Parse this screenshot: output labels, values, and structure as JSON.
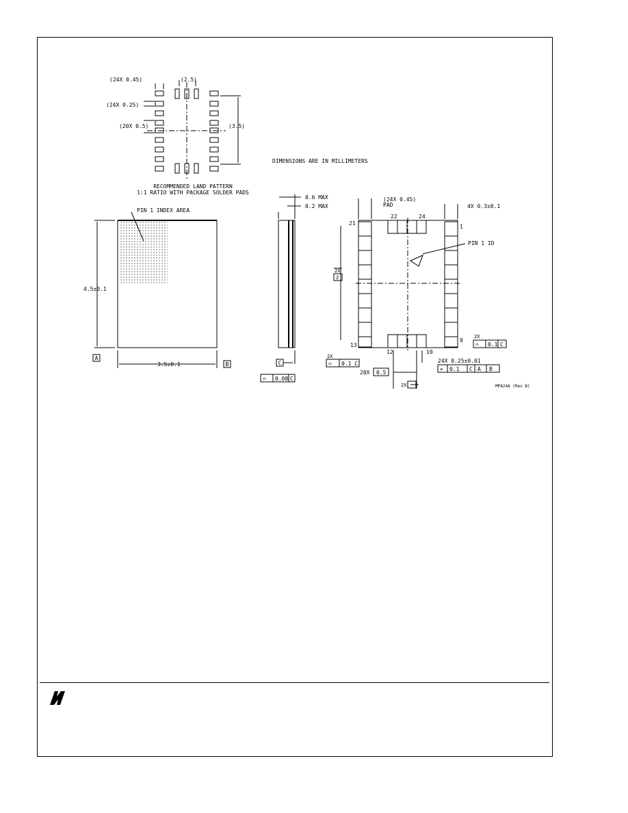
{
  "land_pattern": {
    "dim_pad_width": "(24X 0.45)",
    "dim_pad_length": "(24X 0.25)",
    "dim_pitch": "(20X 0.5)",
    "dim_width": "(2.5)",
    "dim_height": "(3.5)",
    "caption_line1": "RECOMMENDED LAND PATTERN",
    "caption_line2": "1:1 RATIO WITH PACKAGE SOLDER PADS"
  },
  "units_note": "DIMENSIONS ARE IN MILLIMETERS",
  "top_view": {
    "pin1_index_label": "PIN 1 INDEX AREA",
    "dim_height": "4.5±0.1",
    "dim_width": "3.5±0.1",
    "datum_a": "A",
    "datum_b": "B"
  },
  "side_view": {
    "dim_max_height": "0.6 MAX",
    "dim_standoff": "0.2 MAX",
    "datum_c": "C",
    "flatness_tolerance": "0.08",
    "flatness_datum": "C"
  },
  "bottom_view": {
    "dim_pad_length": "(24X 0.45)",
    "dim_pad_word": "PAD",
    "dim_corner": "4X 0.3±0.1",
    "pin_labels": {
      "p1": "1",
      "p9": "9",
      "p10": "10",
      "p12": "12",
      "p13": "13",
      "p21": "21",
      "p22": "22",
      "p24": "24"
    },
    "pin1_id": "PIN 1 ID",
    "dim_2x_top": "2X",
    "dim_frac_top": "2X",
    "dim_frac_bottom": "Z",
    "tol_2x_right": "2X",
    "tol_right_value": "0.1",
    "tol_right_datum": "C",
    "tol_2x_left": "2X",
    "tol_left_value": "0.1 C",
    "pitch_prefix": "20X",
    "pitch_value": "0.5",
    "dim_2x_bottom": "2X",
    "pad_width": "24X 0.25±0.01",
    "fcf": {
      "value": "0.1",
      "c": "C",
      "a": "A",
      "b": "B"
    },
    "drawing_id": "MPA24A (Rev B)"
  },
  "colors": {
    "ink": "#000000",
    "paper": "#ffffff"
  },
  "footer": {
    "logo": "national-semiconductor-logo"
  }
}
